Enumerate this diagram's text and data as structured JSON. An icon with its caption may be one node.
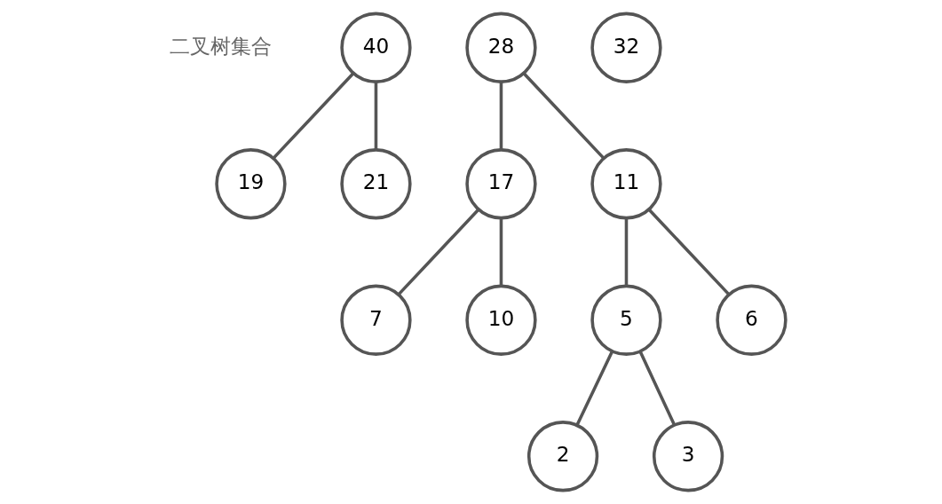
{
  "diagram": {
    "nodes": [
      {
        "text": [
          "40"
        ]
      },
      {
        "text": [
          "28"
        ]
      },
      {
        "text": [
          "32"
        ]
      },
      {
        "text": [
          "19"
        ]
      },
      {
        "text": [
          "21"
        ]
      },
      {
        "text": [
          "17"
        ]
      },
      {
        "text": [
          "11"
        ]
      },
      {
        "text": [
          "7"
        ]
      },
      {
        "text": [
          "10"
        ]
      },
      {
        "text": [
          "5"
        ]
      },
      {
        "text": [
          "6"
        ]
      },
      {
        "text": [
          "2"
        ]
      },
      {
        "text": [
          "3"
        ]
      }
    ],
    "edges": [
      {
        "from": 0,
        "to": 3,
        "arrow": "none"
      },
      {
        "from": 0,
        "to": 4,
        "arrow": "none"
      },
      {
        "from": 1,
        "to": 5,
        "arrow": "none"
      },
      {
        "from": 1,
        "to": 6,
        "arrow": "none"
      },
      {
        "from": 5,
        "to": 7,
        "arrow": "none"
      },
      {
        "from": 5,
        "to": 8,
        "arrow": "none"
      },
      {
        "from": 6,
        "to": 9,
        "arrow": "none"
      },
      {
        "from": 6,
        "to": 10,
        "arrow": "none"
      },
      {
        "from": 9,
        "to": 11,
        "arrow": "none"
      },
      {
        "from": 9,
        "to": 12,
        "arrow": "none"
      }
    ],
    "labels": [
      "二叉树集合"
    ]
  }
}
